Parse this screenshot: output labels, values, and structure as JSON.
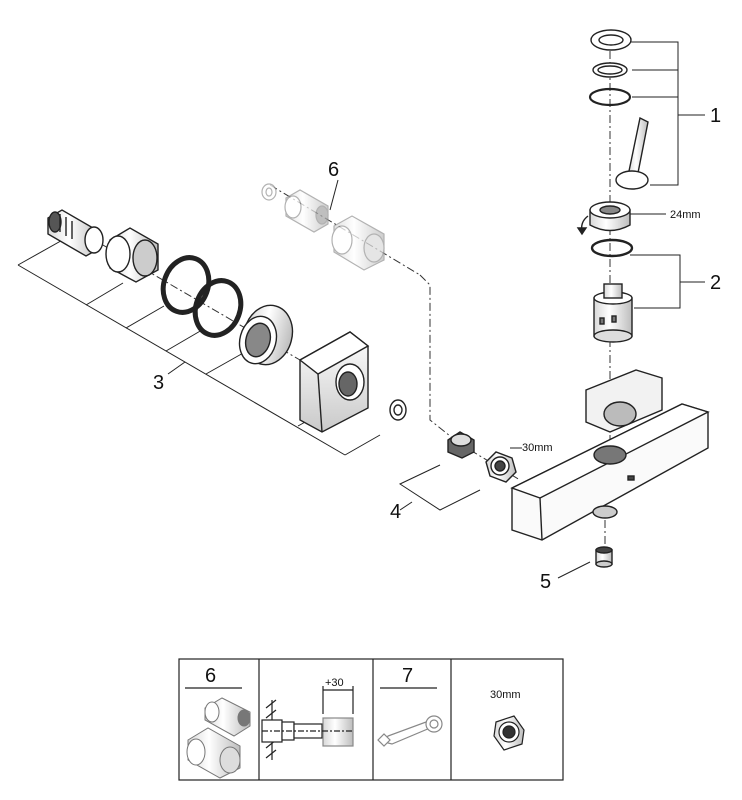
{
  "callouts": {
    "c1": "1",
    "c2": "2",
    "c3": "3",
    "c4": "4",
    "c5": "5",
    "c6": "6"
  },
  "dimensions": {
    "cartridge_nut": "24mm",
    "hex_nut": "30mm"
  },
  "legend": {
    "cell1_number": "6",
    "cell2_dimension": "+30",
    "cell3_number": "7",
    "cell4_dimension": "30mm"
  }
}
